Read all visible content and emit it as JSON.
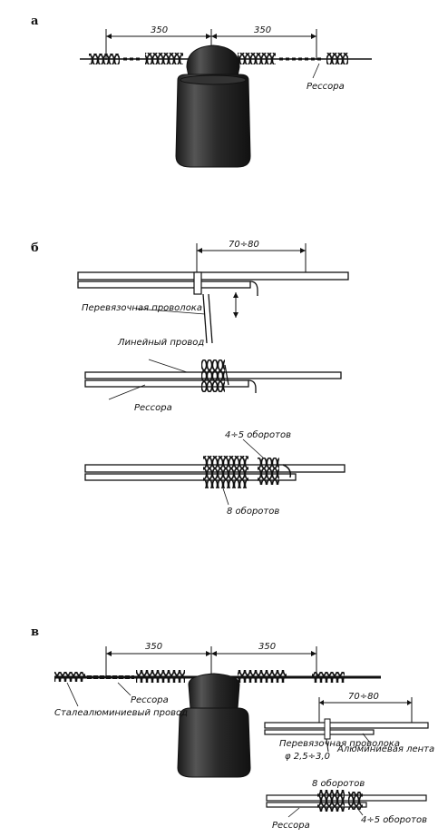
{
  "section_a": {
    "letter": "а",
    "dim_left": "350",
    "dim_right": "350",
    "label_spring": "Рессора"
  },
  "section_b": {
    "letter": "б",
    "dim_gap": "70÷80",
    "label_tie_wire": "Перевязочная проволока",
    "label_line_wire": "Линейный провод",
    "label_spring": "Рессора",
    "label_turns_top": "4÷5 оборотов",
    "label_turns_bottom": "8 оборотов"
  },
  "section_v": {
    "letter": "в",
    "dim_left": "350",
    "dim_right": "350",
    "label_spring": "Рессора",
    "label_steel_al_wire": "Сталеалюминиевый провод",
    "dim_gap": "70÷80",
    "label_tie_wire": "Перевязочная проволока",
    "label_tie_wire_size": "φ 2,5÷3,0",
    "label_al_tape": "Алюминиевая лента",
    "label_turns_top": "8 оборотов",
    "label_spring_bottom": "Рессора",
    "label_turns_bottom": "4÷5 оборотов"
  }
}
